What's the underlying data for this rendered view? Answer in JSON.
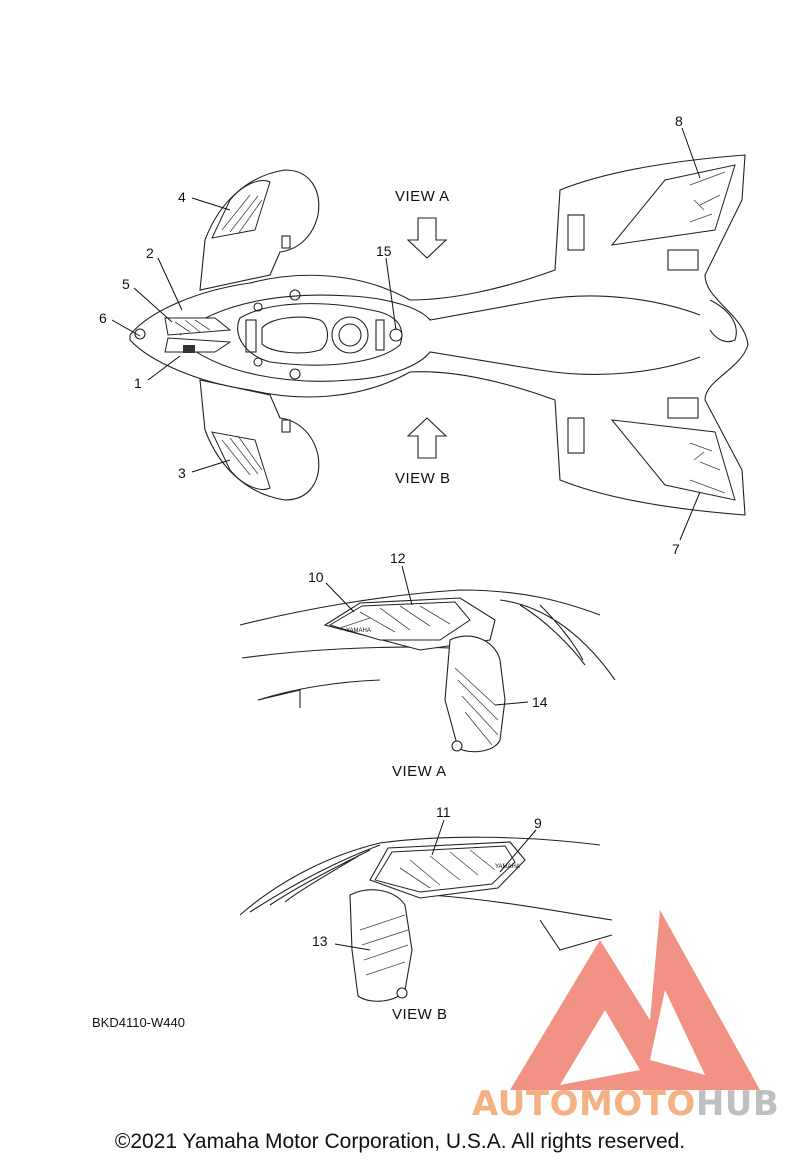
{
  "callouts": {
    "c1": "1",
    "c2": "2",
    "c3": "3",
    "c4": "4",
    "c5": "5",
    "c6": "6",
    "c7": "7",
    "c8": "8",
    "c9": "9",
    "c10": "10",
    "c11": "11",
    "c12": "12",
    "c13": "13",
    "c14": "14",
    "c15": "15"
  },
  "views": {
    "top_view_a": "VIEW A",
    "top_view_b": "VIEW B",
    "caption_view_a": "VIEW A",
    "caption_view_b": "VIEW B"
  },
  "drawing_code": "BKD4110-W440",
  "copyright": "©2021 Yamaha Motor Corporation, U.S.A. All rights reserved.",
  "watermark": {
    "part1": "AUTOMOTO",
    "part2": "HUB",
    "color_part1": "#f4b183",
    "color_part2": "#bfbfbf",
    "logo_color": "#f08070"
  }
}
